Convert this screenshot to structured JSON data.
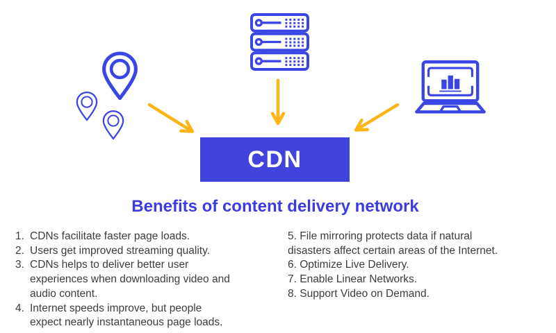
{
  "palette": {
    "icon_blue": "#3a45e4",
    "box_blue": "#4143dc",
    "heading_blue": "#3b3de2",
    "arrow_yellow": "#fdb414",
    "body_text": "#3c3c3c",
    "cdn_text": "#ffffff"
  },
  "hero": {
    "cdn_label": "CDN",
    "icons": [
      {
        "name": "location-pins-icon",
        "meaning": "user locations"
      },
      {
        "name": "server-rack-icon",
        "meaning": "origin servers"
      },
      {
        "name": "laptop-analytics-icon",
        "meaning": "end-user device"
      }
    ],
    "arrows": [
      "arrow-from-pins",
      "arrow-from-server",
      "arrow-from-laptop"
    ]
  },
  "benefits": {
    "heading": "Benefits of content delivery network",
    "left_items": [
      {
        "num": "1.",
        "text": "CDNs facilitate faster page loads."
      },
      {
        "num": "2.",
        "text": "Users get improved streaming quality."
      },
      {
        "num": "3.",
        "text": "CDNs helps to deliver better user\nexperiences when downloading video and\naudio content."
      },
      {
        "num": "4.",
        "text": "Internet speeds improve, but people\nexpect nearly instantaneous page loads."
      }
    ],
    "right_items": [
      {
        "text": "5. File mirroring protects data if natural\ndisasters affect certain areas of the Internet."
      },
      {
        "text": "6. Optimize Live Delivery."
      },
      {
        "text": "7. Enable Linear Networks."
      },
      {
        "text": "8. Support Video on Demand."
      }
    ]
  }
}
